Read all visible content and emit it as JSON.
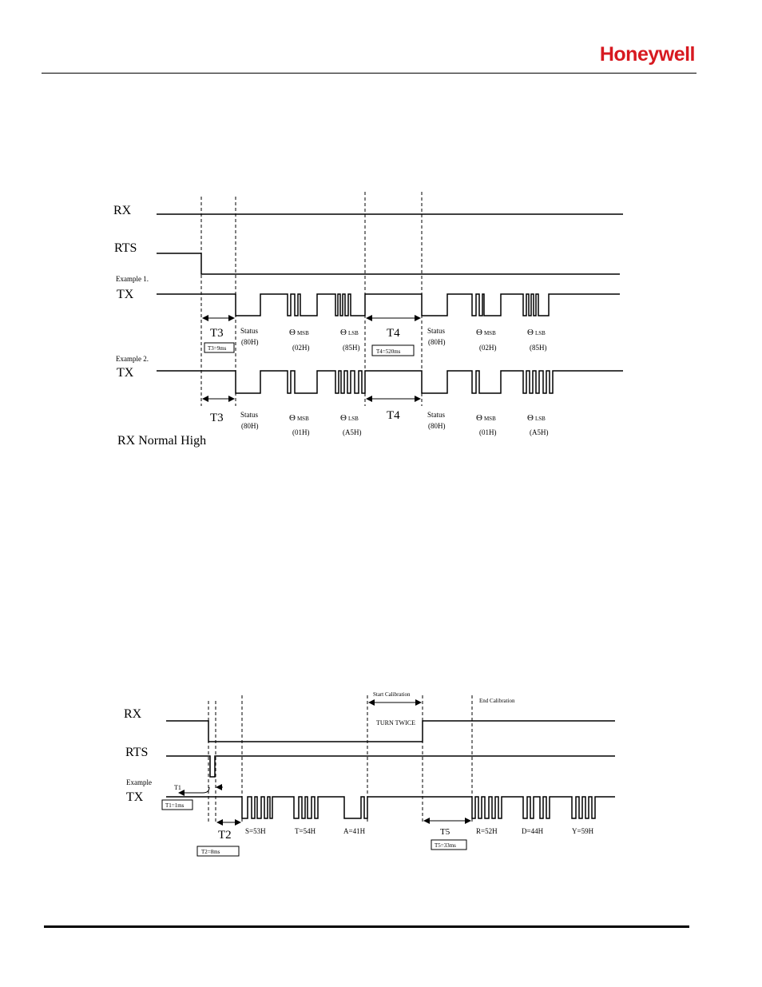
{
  "header": {
    "logo": "Honeywell"
  },
  "diagram1": {
    "signals": {
      "rx": "RX",
      "rts": "RTS",
      "tx": "TX"
    },
    "example1": "Example 1.",
    "example2": "Example 2.",
    "t3": "T3",
    "t3_note": "T3=9ms",
    "t4": "T4",
    "t4_note": "T4=520ms",
    "status_label": "Status",
    "status_hex": "(80H)",
    "theta": "Θ",
    "msb": "MSB",
    "lsb": "LSB",
    "ex1_msb_hex": "(02H)",
    "ex1_lsb_hex": "(85H)",
    "ex2_msb_hex": "(01H)",
    "ex2_lsb_hex": "(A5H)",
    "footer_note": "RX Normal High"
  },
  "diagram2": {
    "signals": {
      "rx": "RX",
      "rts": "RTS",
      "tx": "TX"
    },
    "example": "Example",
    "start_cal": "Start Calibration",
    "end_cal": "End Calibration",
    "turn": "TURN TWICE",
    "t1": "T1",
    "t1_note": "T1=1ms",
    "t2": "T2",
    "t2_note": "T2=8ms",
    "t5": "T5",
    "t5_note": "T5=33ms",
    "bytes": [
      "S=53H",
      "T=54H",
      "A=41H",
      "R=52H",
      "D=44H",
      "Y=59H"
    ]
  }
}
